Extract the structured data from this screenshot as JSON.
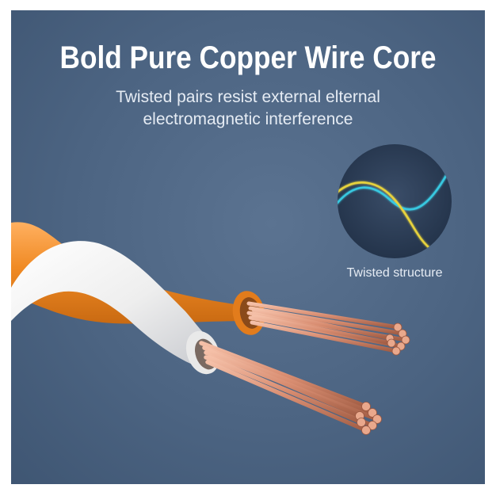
{
  "headline": "Bold Pure Copper Wire Core",
  "subtitle_lines": [
    "Twisted pairs resist external elternal",
    "electromagnetic interference"
  ],
  "inset": {
    "caption": "Twisted structure",
    "icon": "twisted-wave-icon"
  },
  "colors": {
    "background": "#4c6482",
    "orange_insulation": "#f08a24",
    "white_insulation": "#f2f2f2",
    "copper": "#d98e72",
    "wave_cyan": "#38c8e0",
    "wave_yellow": "#e6d23c"
  }
}
